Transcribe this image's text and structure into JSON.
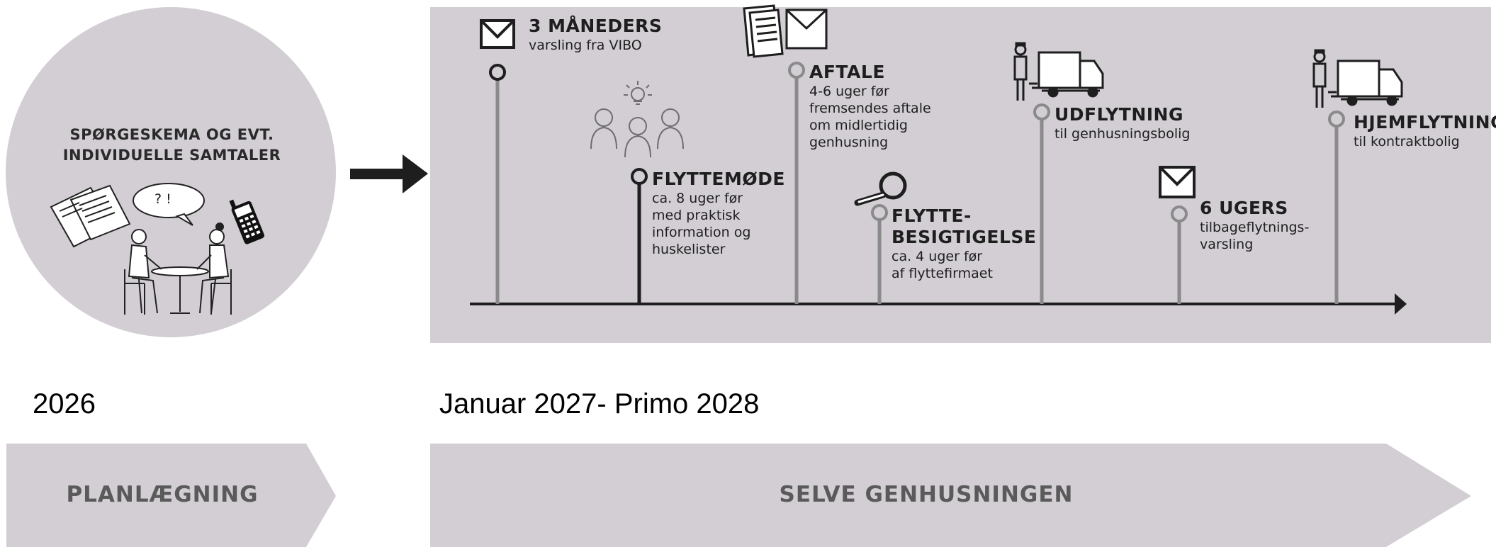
{
  "planning": {
    "circle_title_1": "SPØRGESKEMA OG EVT.",
    "circle_title_2": "INDIVIDUELLE SAMTALER",
    "bubble_text": "? !",
    "year": "2026",
    "phase_label": "PLANLÆGNING"
  },
  "execution": {
    "period": "Januar 2027- Primo 2028",
    "phase_label": "SELVE GENHUSNINGEN"
  },
  "milestones": [
    {
      "title": "3 MÅNEDERS",
      "lines": [
        "varsling fra VIBO"
      ],
      "icon": "envelope-icon"
    },
    {
      "title": "FLYTTEMØDE",
      "lines": [
        "ca. 8 uger før",
        "med praktisk",
        "information og",
        "huskelister"
      ],
      "icon": "meeting-people-icon"
    },
    {
      "title": "AFTALE",
      "lines": [
        "4-6 uger før",
        "fremsendes aftale",
        "om midlertidig",
        "genhusning"
      ],
      "icon": "documents-envelope-icon"
    },
    {
      "title": "FLYTTE-",
      "title2": "BESIGTIGELSE",
      "lines": [
        "ca. 4 uger før",
        "af flyttefirmaet"
      ],
      "icon": "magnifier-icon"
    },
    {
      "title": "UDFLYTNING",
      "lines": [
        "til genhusningsbolig"
      ],
      "icon": "mover-truck-icon"
    },
    {
      "title": "6 UGERS",
      "lines": [
        "tilbageflytnings-",
        "varsling"
      ],
      "icon": "envelope-icon"
    },
    {
      "title": "HJEMFLYTNING",
      "lines": [
        "til kontraktbolig"
      ],
      "icon": "mover-truck-icon"
    }
  ]
}
